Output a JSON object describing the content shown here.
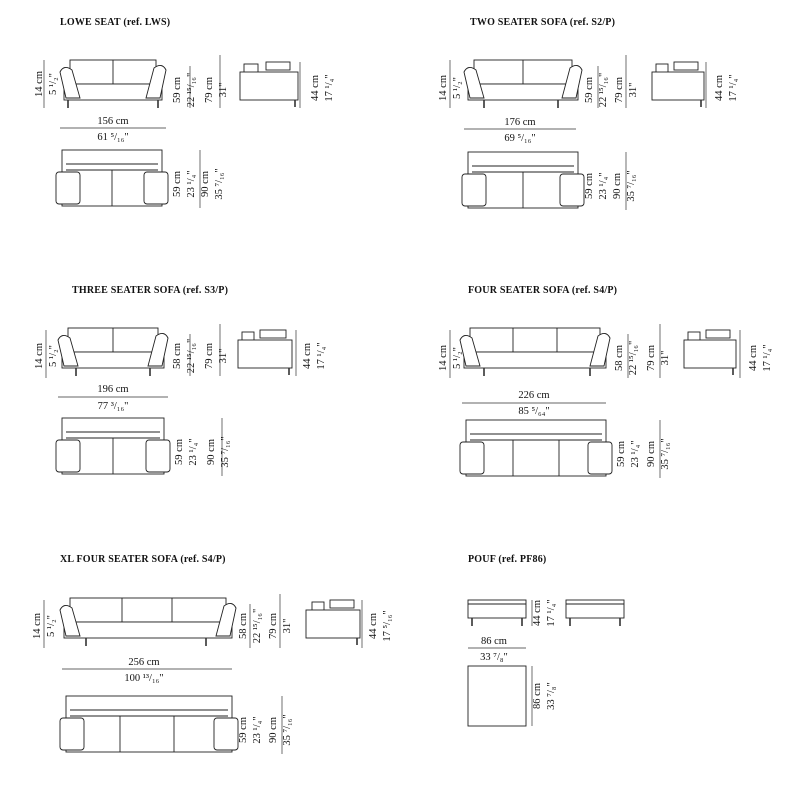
{
  "products": [
    {
      "id": "lws",
      "title": "LOWE SEAT (ref. LWS)",
      "arm_h_cm": "14 cm",
      "arm_h_in": "5 ¹/₂\"",
      "seat_d_cm": "59 cm",
      "seat_d_in": "22 ¹⁵/₁₆\"",
      "height_cm": "79 cm",
      "height_in": "31\"",
      "seat_h_cm": "44 cm",
      "seat_h_in": "17 ¹/₄\"",
      "width_cm": "156 cm",
      "width_in": "61 ⁵/₁₆\"",
      "plan_d_cm": "59 cm",
      "plan_d_in": "23 ¹/₄\"",
      "plan_d2_cm": "90 cm",
      "plan_d2_in": "35 ⁷/₁₆\""
    },
    {
      "id": "s2p",
      "title": "TWO SEATER SOFA (ref. S2/P)",
      "arm_h_cm": "14 cm",
      "arm_h_in": "5 ¹/₂\"",
      "seat_d_cm": "59 cm",
      "seat_d_in": "22 ¹⁵/₁₆\"",
      "height_cm": "79 cm",
      "height_in": "31\"",
      "seat_h_cm": "44 cm",
      "seat_h_in": "17 ¹/₄\"",
      "width_cm": "176 cm",
      "width_in": "69 ⁵/₁₆\"",
      "plan_d_cm": "59 cm",
      "plan_d_in": "23 ¹/₄\"",
      "plan_d2_cm": "90 cm",
      "plan_d2_in": "35 ⁷/₁₆\""
    },
    {
      "id": "s3p",
      "title": "THREE SEATER SOFA (ref. S3/P)",
      "arm_h_cm": "14 cm",
      "arm_h_in": "5 ¹/₂\"",
      "seat_d_cm": "58 cm",
      "seat_d_in": "22 ¹⁵/₁₆\"",
      "height_cm": "79 cm",
      "height_in": "31\"",
      "seat_h_cm": "44 cm",
      "seat_h_in": "17 ¹/₄\"",
      "width_cm": "196 cm",
      "width_in": "77 ³/₁₆\"",
      "plan_d_cm": "59 cm",
      "plan_d_in": "23 ¹/₄\"",
      "plan_d2_cm": "90 cm",
      "plan_d2_in": "35 ⁷/₁₆\""
    },
    {
      "id": "s4p",
      "title": "FOUR SEATER SOFA (ref. S4/P)",
      "arm_h_cm": "14 cm",
      "arm_h_in": "5 ¹/₂\"",
      "seat_d_cm": "58 cm",
      "seat_d_in": "22 ¹⁵/₁₆\"",
      "height_cm": "79 cm",
      "height_in": "31\"",
      "seat_h_cm": "44 cm",
      "seat_h_in": "17 ¹/₄\"",
      "width_cm": "226 cm",
      "width_in": "85 ⁵/₆₄\"",
      "plan_d_cm": "59 cm",
      "plan_d_in": "23 ¹/₄\"",
      "plan_d2_cm": "90 cm",
      "plan_d2_in": "35 ⁷/₁₆\""
    },
    {
      "id": "xl4",
      "title": "XL FOUR SEATER SOFA (ref. S4/P)",
      "arm_h_cm": "14 cm",
      "arm_h_in": "5 ¹/₂\"",
      "seat_d_cm": "58 cm",
      "seat_d_in": "22 ¹⁵/₁₆\"",
      "height_cm": "79 cm",
      "height_in": "31\"",
      "seat_h_cm": "44 cm",
      "seat_h_in": "17 ⁵/₁₆\"",
      "width_cm": "256 cm",
      "width_in": "100 ¹³/₁₆\"",
      "plan_d_cm": "59 cm",
      "plan_d_in": "23 ¹/₄\"",
      "plan_d2_cm": "90 cm",
      "plan_d2_in": "35 ⁷/₁₆\""
    },
    {
      "id": "pf86",
      "title": "POUF (ref. PF86)",
      "seat_h_cm": "44 cm",
      "seat_h_in": "17 ¹/₄\"",
      "width_cm": "86 cm",
      "width_in": "33 ⁷/₈\"",
      "depth_cm": "86 cm",
      "depth_in": "33 ⁷/₈\""
    }
  ]
}
